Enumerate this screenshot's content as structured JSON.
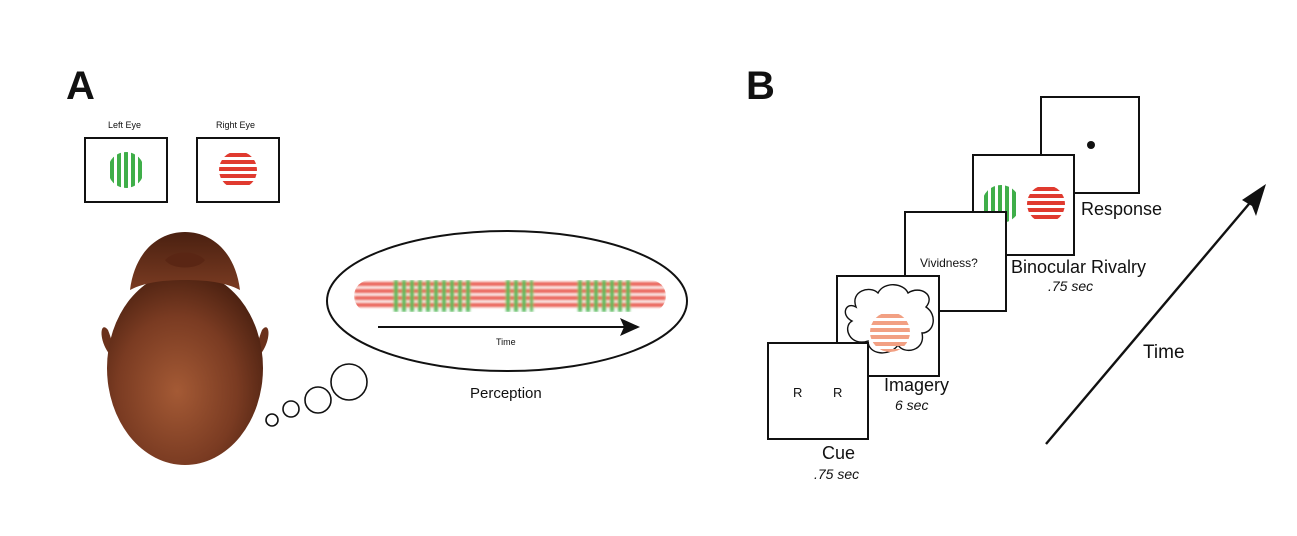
{
  "panel_a": {
    "letter": "A",
    "left_eye_label": "Left Eye",
    "right_eye_label": "Right Eye",
    "time_label": "Time",
    "perception_label": "Perception"
  },
  "panel_b": {
    "letter": "B",
    "cue": {
      "text_left": "R",
      "text_right": "R",
      "label": "Cue",
      "duration": ".75 sec"
    },
    "imagery": {
      "label": "Imagery",
      "duration": "6 sec"
    },
    "vividness": {
      "text": "Vividness?"
    },
    "rivalry": {
      "label": "Binocular Rivalry",
      "duration": ".75 sec"
    },
    "response": {
      "label": "Response"
    },
    "time_label": "Time"
  },
  "colors": {
    "green": "#3fae49",
    "red": "#e03a2f",
    "peach": "#f2a083",
    "skin": "#7a3b22"
  }
}
